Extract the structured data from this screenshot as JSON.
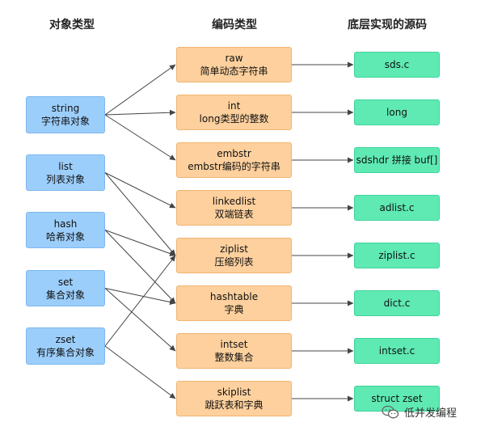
{
  "headers": {
    "object_type": "对象类型",
    "encoding_type": "编码类型",
    "source": "底层实现的源码"
  },
  "objects": [
    {
      "key": "string",
      "name": "string",
      "desc": "字符串对象"
    },
    {
      "key": "list",
      "name": "list",
      "desc": "列表对象"
    },
    {
      "key": "hash",
      "name": "hash",
      "desc": "哈希对象"
    },
    {
      "key": "set",
      "name": "set",
      "desc": "集合对象"
    },
    {
      "key": "zset",
      "name": "zset",
      "desc": "有序集合对象"
    }
  ],
  "encodings": [
    {
      "key": "raw",
      "name": "raw",
      "desc": "简单动态字符串"
    },
    {
      "key": "int",
      "name": "int",
      "desc": "long类型的整数"
    },
    {
      "key": "embstr",
      "name": "embstr",
      "desc": "embstr编码的字符串"
    },
    {
      "key": "linkedlist",
      "name": "linkedlist",
      "desc": "双端链表"
    },
    {
      "key": "ziplist",
      "name": "ziplist",
      "desc": "压缩列表"
    },
    {
      "key": "hashtable",
      "name": "hashtable",
      "desc": "字典"
    },
    {
      "key": "intset",
      "name": "intset",
      "desc": "整数集合"
    },
    {
      "key": "skiplist",
      "name": "skiplist",
      "desc": "跳跃表和字典"
    }
  ],
  "sources": [
    {
      "key": "sds",
      "name": "sds.c"
    },
    {
      "key": "long",
      "name": "long"
    },
    {
      "key": "sdshdr",
      "name": "sdshdr 拼接 buf[]"
    },
    {
      "key": "adlist",
      "name": "adlist.c"
    },
    {
      "key": "ziplist_c",
      "name": "ziplist.c"
    },
    {
      "key": "dict",
      "name": "dict.c"
    },
    {
      "key": "intset_c",
      "name": "intset.c"
    },
    {
      "key": "struct_zset",
      "name": "struct zset"
    }
  ],
  "edges": [
    [
      "string",
      "raw"
    ],
    [
      "string",
      "int"
    ],
    [
      "string",
      "embstr"
    ],
    [
      "list",
      "linkedlist"
    ],
    [
      "list",
      "ziplist"
    ],
    [
      "hash",
      "ziplist"
    ],
    [
      "hash",
      "hashtable"
    ],
    [
      "set",
      "hashtable"
    ],
    [
      "set",
      "intset"
    ],
    [
      "zset",
      "ziplist"
    ],
    [
      "zset",
      "skiplist"
    ],
    [
      "raw",
      "sds"
    ],
    [
      "int",
      "long"
    ],
    [
      "embstr",
      "sdshdr"
    ],
    [
      "linkedlist",
      "adlist"
    ],
    [
      "ziplist",
      "ziplist_c"
    ],
    [
      "hashtable",
      "dict"
    ],
    [
      "intset",
      "intset_c"
    ],
    [
      "skiplist",
      "struct_zset"
    ]
  ],
  "colors": {
    "object_fill": "#9ccefb",
    "encoding_fill": "#fdd09d",
    "source_fill": "#5fe9b3",
    "edge": "#444444"
  },
  "watermark": {
    "icon": "wechat-icon",
    "text": "低并发编程"
  }
}
